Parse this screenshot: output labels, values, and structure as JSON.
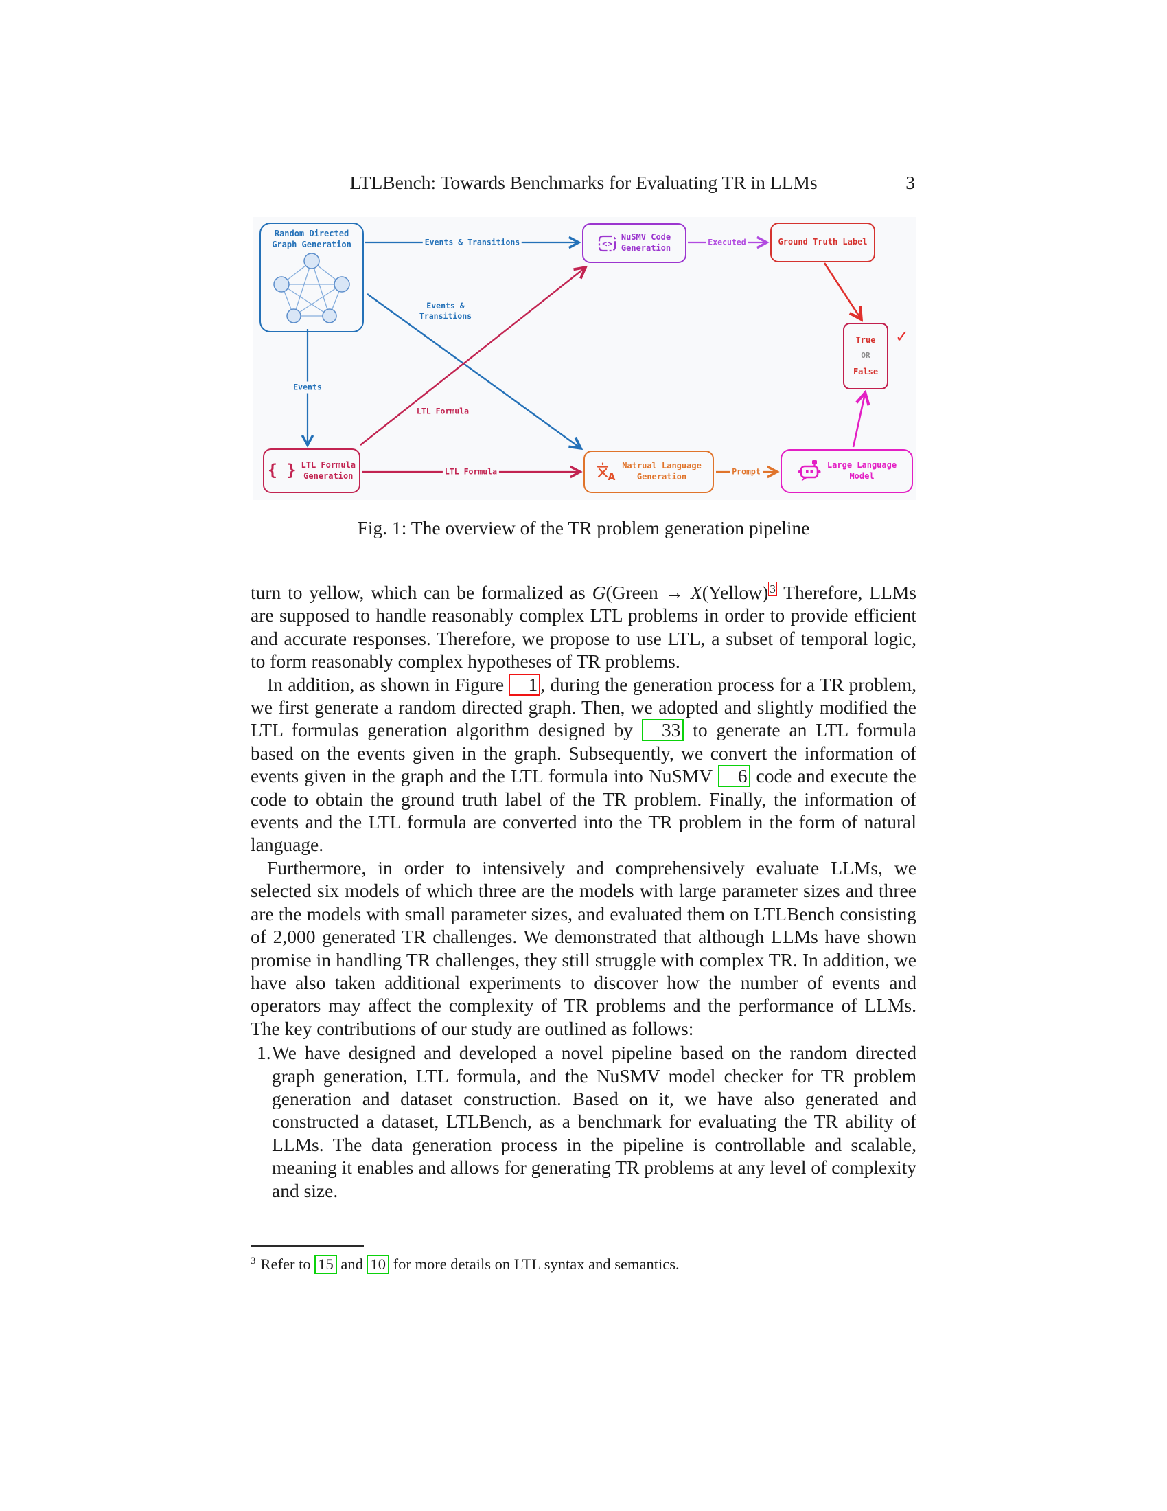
{
  "header": {
    "title": "LTLBench: Towards Benchmarks for Evaluating TR in LLMs",
    "page_number": "3"
  },
  "figure": {
    "caption": "Fig. 1: The overview of the TR problem generation pipeline",
    "check": "✓",
    "nodes": {
      "graph_gen": "Random Directed\nGraph Generation",
      "nusmv": "NuSMV Code\nGeneration",
      "ground_truth": "Ground Truth Label",
      "true_label": "True",
      "or_label": "OR",
      "false_label": "False",
      "ltl_gen": "LTL Formula\nGeneration",
      "ltl_gen_icon": "{ }",
      "code_icon_glyph": "<>",
      "nlg": "Natrual Language\nGeneration",
      "llm": "Large Language\nModel"
    },
    "edges": {
      "events_transitions_top": "Events & Transitions",
      "executed": "Executed",
      "events": "Events",
      "events_transitions_diag": "Events &\nTransitions",
      "ltl_formula_diag": "LTL Formula",
      "ltl_formula_bottom": "LTL Formula",
      "prompt": "Prompt"
    },
    "colors": {
      "blue": "#2471b8",
      "purple": "#9c36cf",
      "red": "#d5332f",
      "crimson": "#c22451",
      "orange": "#e0742b",
      "magenta": "#e31fc4",
      "link_green": "#0bd20b",
      "link_red": "#f01414"
    }
  },
  "body": {
    "para1": {
      "t1": "turn to yellow, which can be formalized as ",
      "m_g": "G",
      "t2": "(Green → ",
      "m_x": "X",
      "t3": "(Yellow)",
      "fn_mark": "3",
      "t4": " Therefore, LLMs are supposed to handle reasonably complex LTL problems in order to provide efficient and accurate responses. Therefore, we propose to use LTL, a subset of temporal logic, to form reasonably complex hypotheses of TR problems."
    },
    "para2": {
      "t1": "In addition, as shown in Figure ",
      "figref": "1",
      "t2": ", during the generation process for a TR problem, we first generate a random directed graph. Then, we adopted and slightly modified the LTL formulas generation algorithm designed by ",
      "cite1": "33",
      "t3": " to generate an LTL formula based on the events given in the graph. Subsequently, we convert the information of events given in the graph and the LTL formula into NuSMV ",
      "cite2": "6",
      "t4": " code and execute the code to obtain the ground truth label of the TR problem. Finally, the information of events and the LTL formula are converted into the TR problem in the form of natural language."
    },
    "para3": "Furthermore, in order to intensively and comprehensively evaluate LLMs, we selected six models of which three are the models with large parameter sizes and three are the models with small parameter sizes, and evaluated them on LTLBench consisting of 2,000 generated TR challenges. We demonstrated that although LLMs have shown promise in handling TR challenges, they still struggle with complex TR. In addition, we have also taken additional experiments to discover how the number of events and operators may affect the complexity of TR problems and the performance of LLMs. The key contributions of our study are outlined as follows:",
    "list_item1": {
      "num": "1.",
      "text": "We have designed and developed a novel pipeline based on the random directed graph generation, LTL formula, and the NuSMV model checker for TR problem generation and dataset construction. Based on it, we have also generated and constructed a dataset, LTLBench, as a benchmark for evaluating the TR ability of LLMs. The data generation process in the pipeline is controllable and scalable, meaning it enables and allows for generating TR problems at any level of complexity and size."
    }
  },
  "footnote": {
    "marker": "3",
    "t1": "Refer to ",
    "cite1": "15",
    "t2": " and ",
    "cite2": "10",
    "t3": " for more details on LTL syntax and semantics."
  }
}
